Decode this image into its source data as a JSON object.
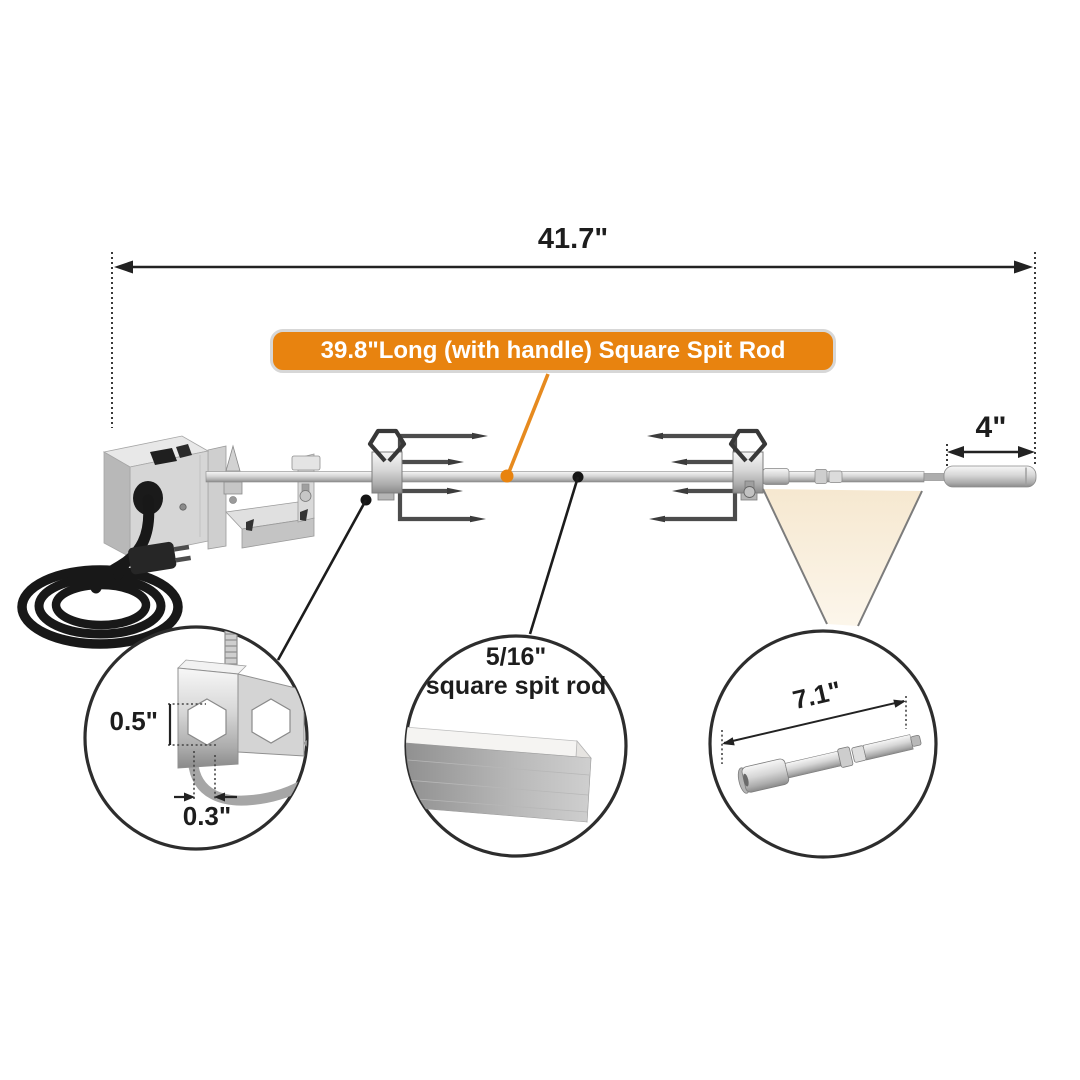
{
  "badge": {
    "text": "39.8\"Long (with handle) Square Spit Rod"
  },
  "dimensions": {
    "total": "41.7\"",
    "handle": "4\"",
    "clamp_height": "0.5\"",
    "clamp_width": "0.3\"",
    "segment": "7.1\""
  },
  "rod_detail": {
    "size": "5/16\"",
    "name": "square spit rod"
  },
  "colors": {
    "accent_orange": "#E8830F",
    "leader_orange": "#E68A1F",
    "line": "#222222",
    "beam_cream": "#F6E8D0",
    "metal_gray": "#C9C9C9",
    "background": "#FFFFFF"
  }
}
